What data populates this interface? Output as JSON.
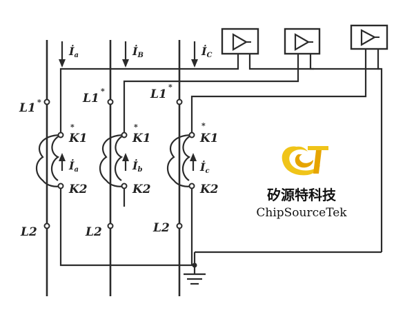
{
  "phases": [
    {
      "current": "İ",
      "current_sub": "a",
      "l1": "L1",
      "l1_mark": "*",
      "k1": "K1",
      "k1_mark": "*",
      "k2": "K2",
      "l2": "L2",
      "sec_current": "İ",
      "sec_sub": "a"
    },
    {
      "current": "İ",
      "current_sub": "B",
      "l1": "L1",
      "l1_mark": "*",
      "k1": "K1",
      "k1_mark": "*",
      "k2": "K2",
      "l2": "L2",
      "sec_current": "İ",
      "sec_sub": "b"
    },
    {
      "current": "İ",
      "current_sub": "C",
      "l1": "L1",
      "l1_mark": "*",
      "k1": "K1",
      "k1_mark": "*",
      "k2": "K2",
      "l2": "L2",
      "sec_current": "İ",
      "sec_sub": "c"
    }
  ],
  "relays": [
    {
      "icon": "relay-triangle-icon"
    },
    {
      "icon": "relay-triangle-icon"
    },
    {
      "icon": "relay-triangle-icon"
    }
  ],
  "watermark": {
    "cn": "矽源特科技",
    "en": "ChipSourceTek",
    "logo_colors": {
      "outer": "#f0c419",
      "inner": "#e6a400"
    }
  },
  "ground_icon": "ground-symbol-icon"
}
